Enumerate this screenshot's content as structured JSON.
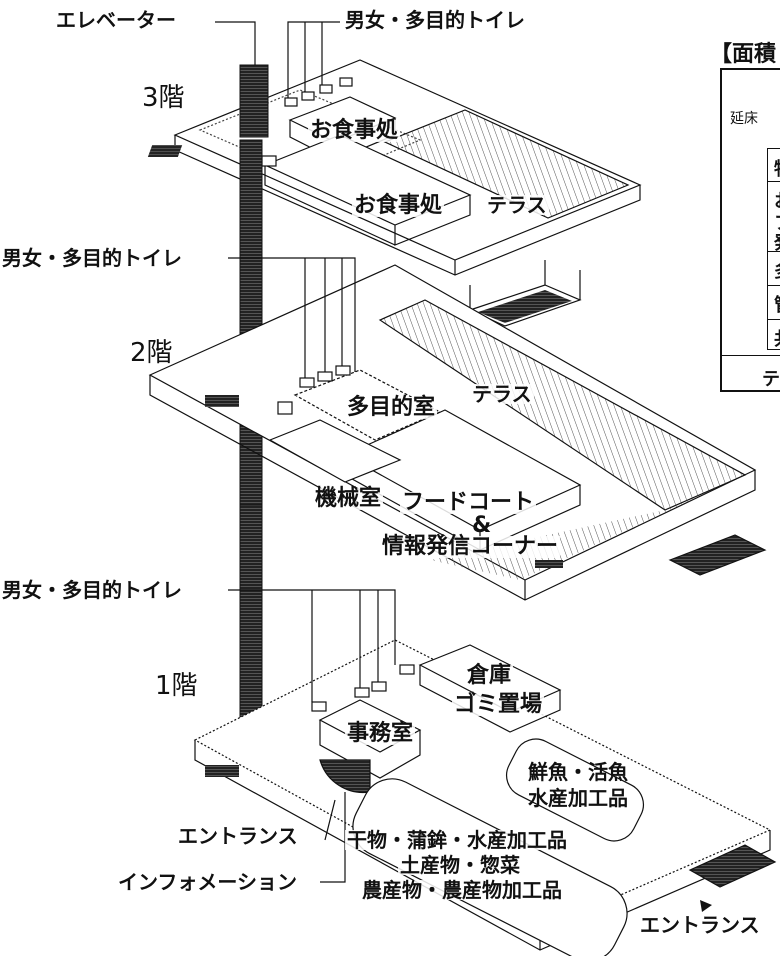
{
  "callouts": {
    "elevator": "エレベーター",
    "toilet_3f": "男女・多目的トイレ",
    "toilet_2f": "男女・多目的トイレ",
    "toilet_1f": "男女・多目的トイレ",
    "entrance_left": "エントランス",
    "information": "インフォメーション",
    "entrance_right": "エントランス"
  },
  "floors": {
    "f3": "3階",
    "f2": "2階",
    "f1": "1階"
  },
  "rooms": {
    "dining_upper": "お食事処",
    "dining_lower": "お食事処",
    "terrace_3f": "テラス",
    "terrace_2f": "テラス",
    "multipurpose": "多目的室",
    "machine_room": "機械室",
    "foodcourt_1": "フードコート",
    "foodcourt_amp": "&",
    "foodcourt_2": "情報発信コーナー",
    "warehouse": "倉庫",
    "garbage": "ゴミ置場",
    "office": "事務室",
    "fish_1": "鮮魚・活魚",
    "fish_2": "水産加工品",
    "goods_1": "干物・蒲鉾・水産加工品",
    "goods_2": "土産物・惣菜",
    "goods_3": "農産物・農産物加工品"
  },
  "area_table": {
    "title": "【面積",
    "floor_area_label": "延床",
    "col_header": "物",
    "rows": [
      "お",
      "フ",
      "発",
      "多",
      "管",
      "共"
    ],
    "total": "テ"
  },
  "colors": {
    "line": "#111111",
    "hatch": "#555555",
    "dotted": "#444444"
  }
}
